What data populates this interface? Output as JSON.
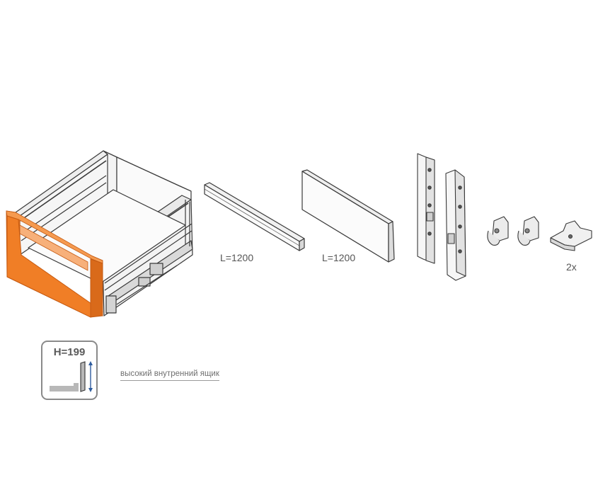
{
  "labels": {
    "rail_length": "L=1200",
    "panel_length": "L=1200",
    "bracket_quantity": "2x"
  },
  "badge": {
    "height_label": "H=199",
    "description": "высокий внутренний ящик"
  },
  "colors": {
    "front_panel": "#f07e26",
    "front_panel_edge": "#c55a12",
    "line": "#3a3a3a",
    "badge_border": "#8a8a8a",
    "arrow": "#2f5c9e"
  }
}
